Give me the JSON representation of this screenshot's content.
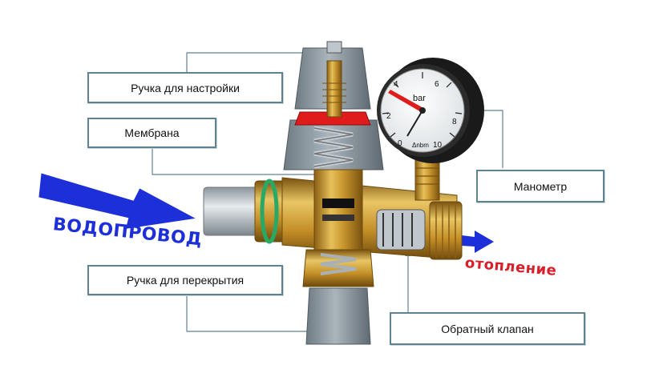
{
  "labels": {
    "adjust_knob": "Ручка для настройки",
    "membrane": "Мембрана",
    "shutoff_knob": "Ручка для перекрытия",
    "manometer": "Манометр",
    "check_valve": "Обратный клапан"
  },
  "flow": {
    "inlet": "ВОДОПРОВОД",
    "outlet": "отопление"
  },
  "gauge": {
    "unit": "bar",
    "sub": "Δnbm",
    "scale_labels": [
      "0",
      "2",
      "4",
      "6",
      "8",
      "10"
    ]
  },
  "colors": {
    "inlet_arrow": "#1d2fd8",
    "outlet_text": "#d81f2a",
    "brass": "#c9962e",
    "grey_cap": "#8e9aa2",
    "label_border": "#5f8292",
    "membrane": "#e01b1b",
    "gasket": "#2aa865"
  }
}
